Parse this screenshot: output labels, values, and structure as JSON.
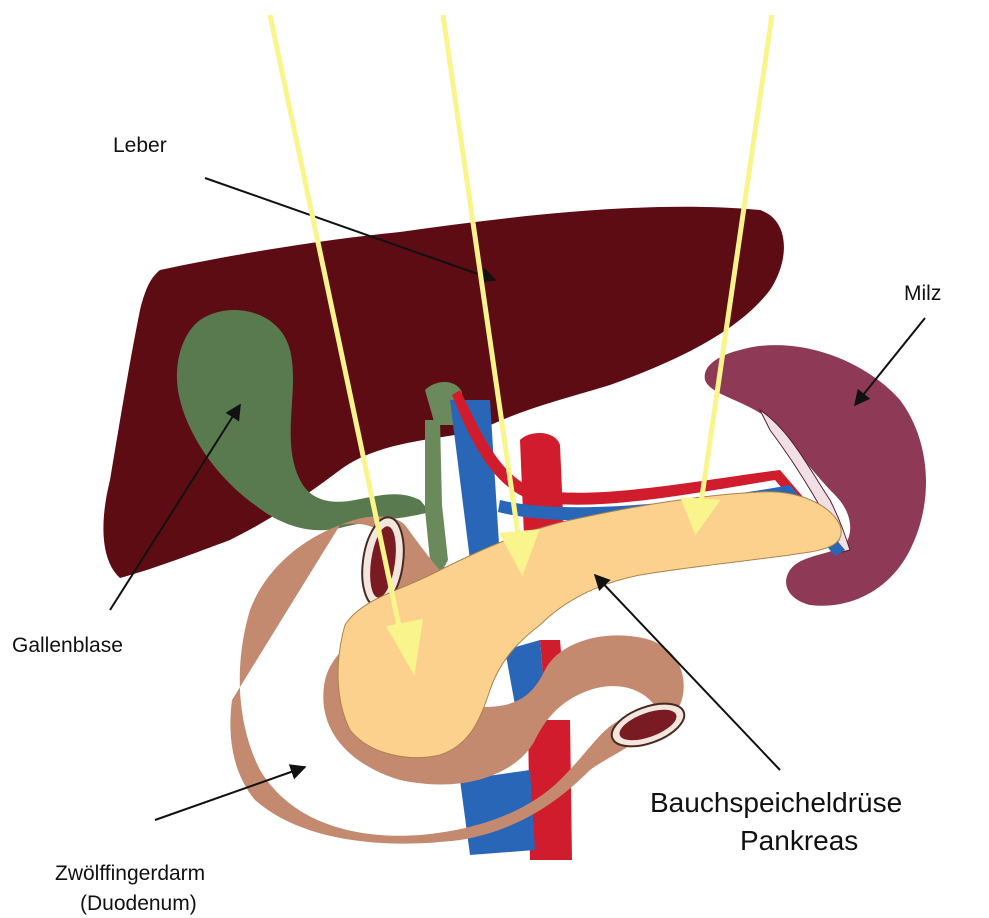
{
  "labels": {
    "liver": "Leber",
    "spleen": "Milz",
    "gallbladder": "Gallenblase",
    "pancreas_line1": "Bauchspeicheldrüse",
    "pancreas_line2": "Pankreas",
    "duodenum_line1": "Zwölffingerdarm",
    "duodenum_line2": "(Duodenum)"
  },
  "colors": {
    "liver": "#5e0c14",
    "gallbladder": "#587a4e",
    "spleen": "#8e3a56",
    "pancreas": "#fcd18e",
    "duodenum": "#c48a70",
    "artery": "#d01c2c",
    "vein": "#2a66b8",
    "highlight_arrow": "#f9f58c",
    "leader_line": "#111111"
  }
}
